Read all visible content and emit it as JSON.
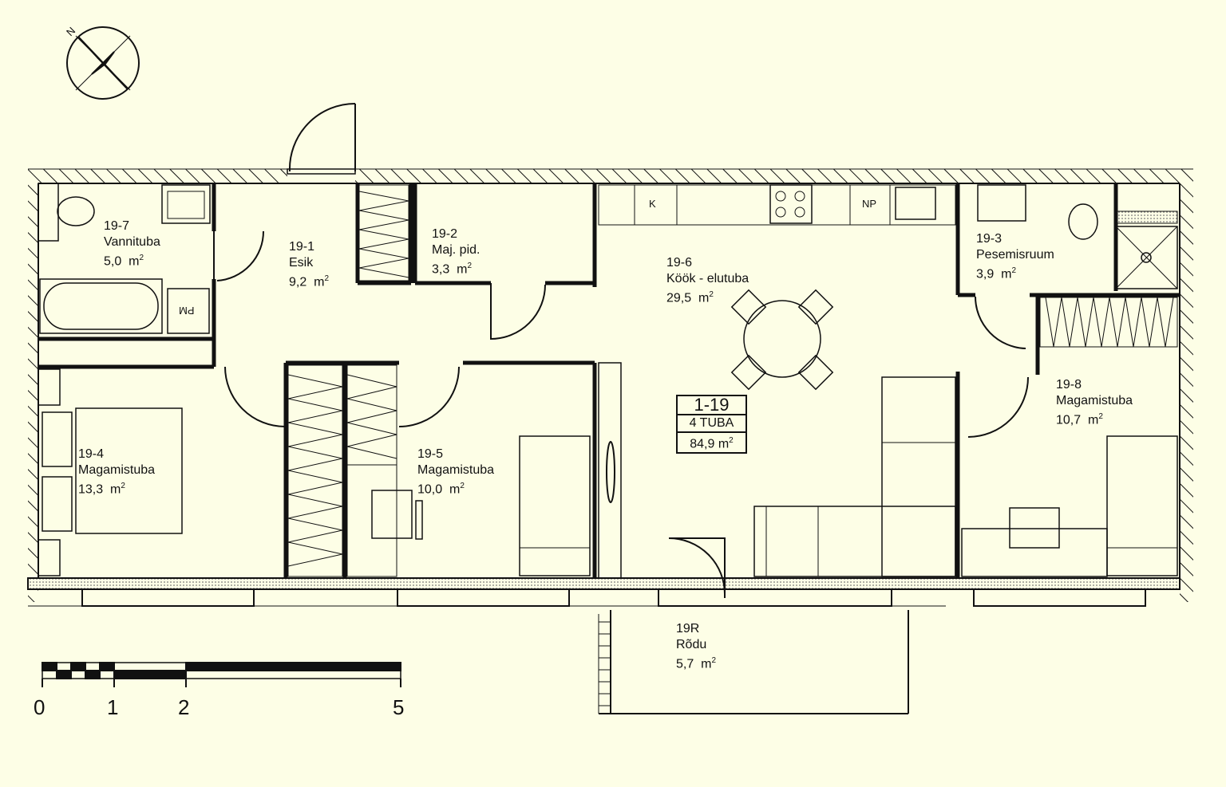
{
  "compass": {
    "north_label": "N"
  },
  "apartment": {
    "number": "1-19",
    "rooms": "4 TUBA",
    "area": "84,9",
    "unit": "m",
    "unit_power": "2"
  },
  "rooms": [
    {
      "id": "19-7",
      "name": "Vannituba",
      "area": "5,0"
    },
    {
      "id": "19-1",
      "name": "Esik",
      "area": "9,2"
    },
    {
      "id": "19-2",
      "name": "Maj. pid.",
      "area": "3,3"
    },
    {
      "id": "19-6",
      "name": "Köök - elutuba",
      "area": "29,5"
    },
    {
      "id": "19-3",
      "name": "Pesemisruum",
      "area": "3,9"
    },
    {
      "id": "19-8",
      "name": "Magamistuba",
      "area": "10,7"
    },
    {
      "id": "19-4",
      "name": "Magamistuba",
      "area": "13,3"
    },
    {
      "id": "19-5",
      "name": "Magamistuba",
      "area": "10,0"
    },
    {
      "id": "19R",
      "name": "Rõdu",
      "area": "5,7"
    }
  ],
  "unit": "m",
  "unit_power": "2",
  "fixtures": {
    "fridge": "K",
    "dishwasher": "NP",
    "washer": "PM"
  },
  "scale_bar": {
    "labels": [
      "0",
      "1",
      "2",
      "5"
    ],
    "unit": "m"
  },
  "colors": {
    "background": "#fdfee6",
    "lines": "#111111"
  }
}
